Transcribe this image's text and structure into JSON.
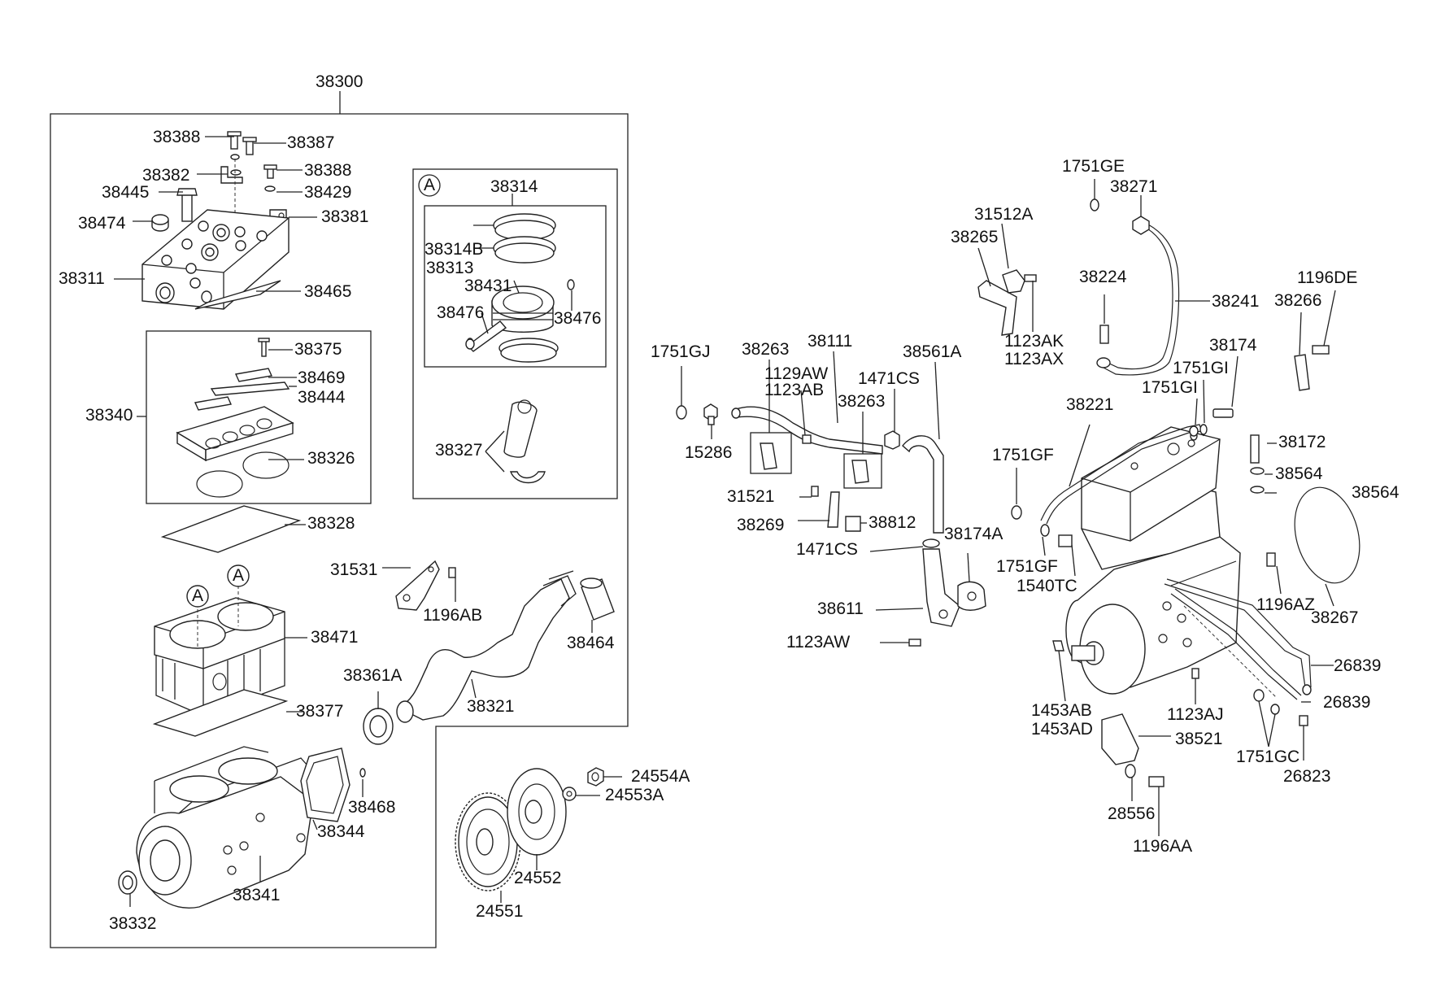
{
  "callouts": {
    "assembly_38300": "38300",
    "c38388a": "38388",
    "c38387": "38387",
    "c38382": "38382",
    "c38388b": "38388",
    "c38445": "38445",
    "c38429": "38429",
    "c38474": "38474",
    "c38381": "38381",
    "c38311": "38311",
    "c38465": "38465",
    "c38375": "38375",
    "c38469": "38469",
    "c38340": "38340",
    "c38444": "38444",
    "c38326": "38326",
    "c38328": "38328",
    "c38471": "38471",
    "c38377": "38377",
    "c38344": "38344",
    "c38468": "38468",
    "c38341": "38341",
    "c38332": "38332",
    "c31531": "31531",
    "c1196AB": "1196AB",
    "c38464": "38464",
    "c38361A": "38361A",
    "c38321": "38321",
    "c38314": "38314",
    "c38314B": "38314B",
    "c38313": "38313",
    "c38431": "38431",
    "c38476a": "38476",
    "c38476b": "38476",
    "c38327": "38327",
    "c24554A": "24554A",
    "c24553A": "24553A",
    "c24552": "24552",
    "c24551": "24551",
    "c1751GJ": "1751GJ",
    "c15286": "15286",
    "c38263a": "38263",
    "c1129AW": "1129AW",
    "c1123AB": "1123AB",
    "c38111": "38111",
    "c38263b": "38263",
    "c1471CSa": "1471CS",
    "c38561A": "38561A",
    "c31521": "31521",
    "c38269": "38269",
    "c38812": "38812",
    "c1471CSb": "1471CS",
    "c38174A": "38174A",
    "c38611": "38611",
    "c1123AW": "1123AW",
    "c31512A": "31512A",
    "c38265": "38265",
    "c1123AK": "1123AK",
    "c1123AX": "1123AX",
    "c1751GE": "1751GE",
    "c38271": "38271",
    "c38224": "38224",
    "c38241": "38241",
    "c1196DE": "1196DE",
    "c38266": "38266",
    "c38174": "38174",
    "c1751GIa": "1751GI",
    "c1751GIb": "1751GI",
    "c38221": "38221",
    "c38172": "38172",
    "c1751GFa": "1751GF",
    "c38564a": "38564",
    "c38564b": "38564",
    "c1751GFb": "1751GF",
    "c1540TC": "1540TC",
    "c1196AZ": "1196AZ",
    "c38267": "38267",
    "c26839a": "26839",
    "c26839b": "26839",
    "c1453AB": "1453AB",
    "c1453AD": "1453AD",
    "c1123AJ": "1123AJ",
    "c38521": "38521",
    "c1751GC": "1751GC",
    "c26823": "26823",
    "c28556": "28556",
    "c1196AA": "1196AA"
  },
  "view_markers": {
    "detail_box": "A",
    "cylinder_left": "A",
    "cylinder_right": "A"
  }
}
